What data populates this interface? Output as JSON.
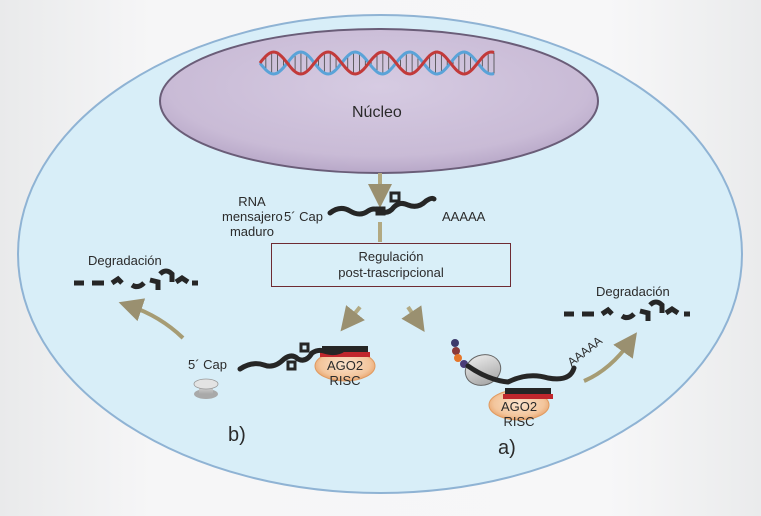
{
  "colors": {
    "cytoplasm": "#d8eef8",
    "cell_border": "#8fb3d4",
    "nucleus": "#cdbfd9",
    "nucleus_border": "#6a5d78",
    "dna_red": "#c23a3a",
    "dna_blue": "#5aa3d8",
    "rna": "#262626",
    "arrow": "#a69c74",
    "ago2_fill": "#f2c49c",
    "ago2_red": "#c0272d",
    "ribosome": "#c9c9c9",
    "box_border": "#6e2b33"
  },
  "nucleus": {
    "label": "Núcleo"
  },
  "mrna": {
    "label_lines": [
      "RNA",
      "mensajero",
      "maduro"
    ],
    "cap_label": "5´ Cap",
    "polya_label": "AAAAA"
  },
  "regulation_box": {
    "line1": "Regulación",
    "line2": "post-trascripcional"
  },
  "pathway_b": {
    "label": "b)",
    "degradation_label": "Degradación",
    "cap_label": "5´ Cap",
    "complex_labels": [
      "AGO2",
      "RISC"
    ]
  },
  "pathway_a": {
    "label": "a)",
    "degradation_label": "Degradación",
    "polya_label": "AAAAA",
    "complex_labels": [
      "AGO2",
      "RISC"
    ]
  }
}
